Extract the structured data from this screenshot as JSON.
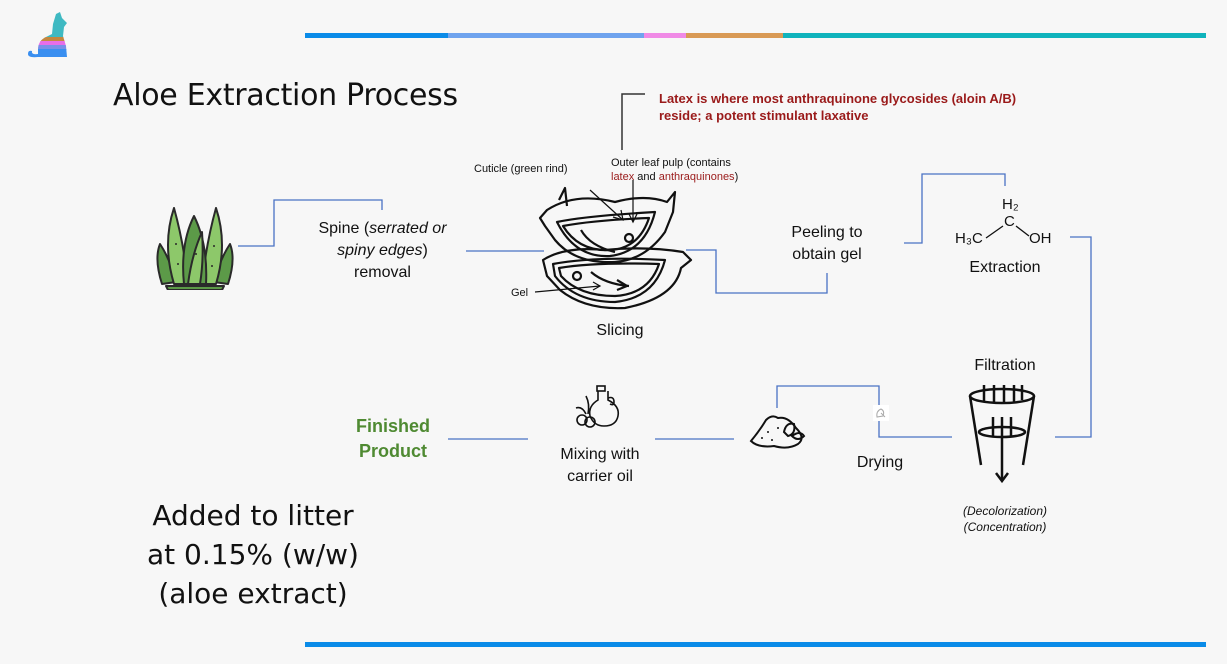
{
  "header": {
    "logo_icon": "rainbow-cat-logo-icon",
    "top_stripe_colors": [
      "#0a8be8",
      "#6fa3ee",
      "#f08ae6",
      "#d99a55",
      "#0fb3bc"
    ],
    "bottom_stripe_color": "#0a8be8"
  },
  "title": "Aloe Extraction Process",
  "latex_note": "Latex is where most anthraquinone glycosides (aloin A/B) reside; a potent stimulant laxative",
  "slicing_labels": {
    "cuticle": "Cuticle (green rind)",
    "outer_pulp_prefix": "Outer leaf pulp (contains",
    "latex": "latex",
    "and": " and ",
    "anthraquinones": "anthraquinones",
    "close_paren": ")",
    "gel": "Gel"
  },
  "steps": {
    "spine_prefix": "Spine (",
    "spine_italic_1": "serrated or",
    "spine_italic_2": "spiny edges",
    "spine_suffix": ")",
    "spine_line3": "removal",
    "slicing": "Slicing",
    "peeling_1": "Peeling to",
    "peeling_2": "obtain gel",
    "extraction": "Extraction",
    "filtration": "Filtration",
    "filtration_note_1": "(Decolorization)",
    "filtration_note_2": "(Concentration)",
    "drying": "Drying",
    "mixing_1": "Mixing with",
    "mixing_2": "carrier oil",
    "finished_1": "Finished",
    "finished_2": "Product"
  },
  "ethanol": {
    "h2": "H₂",
    "c": "C",
    "h3c": "H₃C",
    "oh": "OH"
  },
  "summary": {
    "line1": "Added to litter",
    "line2": "at 0.15% (w/w)",
    "line3": "(aloe extract)"
  },
  "colors": {
    "connector": "#4a72c4",
    "note_red": "#9a1a1a",
    "finished_green": "#4f8a32"
  }
}
